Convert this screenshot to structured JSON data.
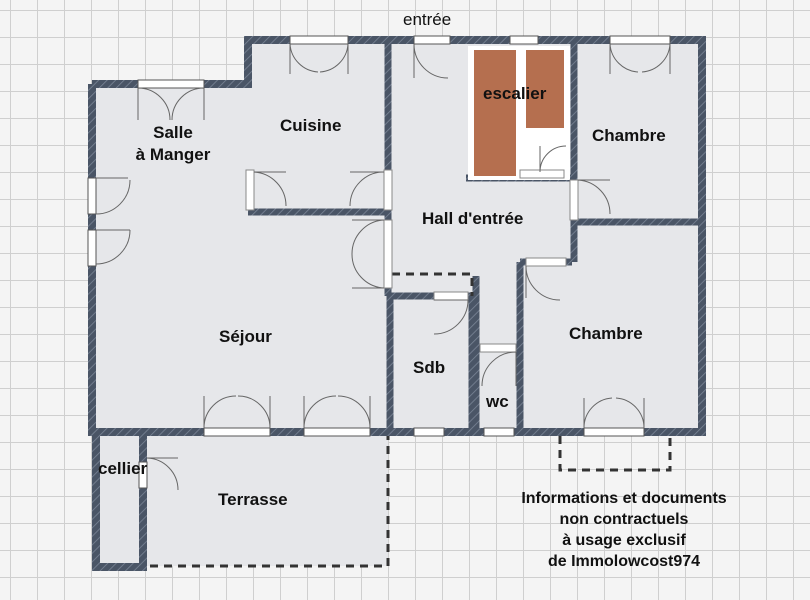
{
  "labels": {
    "entree": "entrée",
    "escalier": "escalier",
    "salle_line1": "Salle",
    "salle_line2": "à Manger",
    "cuisine": "Cuisine",
    "chambre_top": "Chambre",
    "hall": "Hall d'entrée",
    "sejour": "Séjour",
    "chambre_bottom": "Chambre",
    "sdb": "Sdb",
    "wc": "wc",
    "cellier": "cellier",
    "terrasse": "Terrasse"
  },
  "notice": [
    "Informations et documents",
    "non contractuels",
    "à usage exclusif",
    "de Immolowcost974"
  ],
  "colors": {
    "wall": "#4a5566",
    "room_fill": "#e6e7ea",
    "stair": "#b56f4f",
    "background": "#f4f4f4"
  }
}
